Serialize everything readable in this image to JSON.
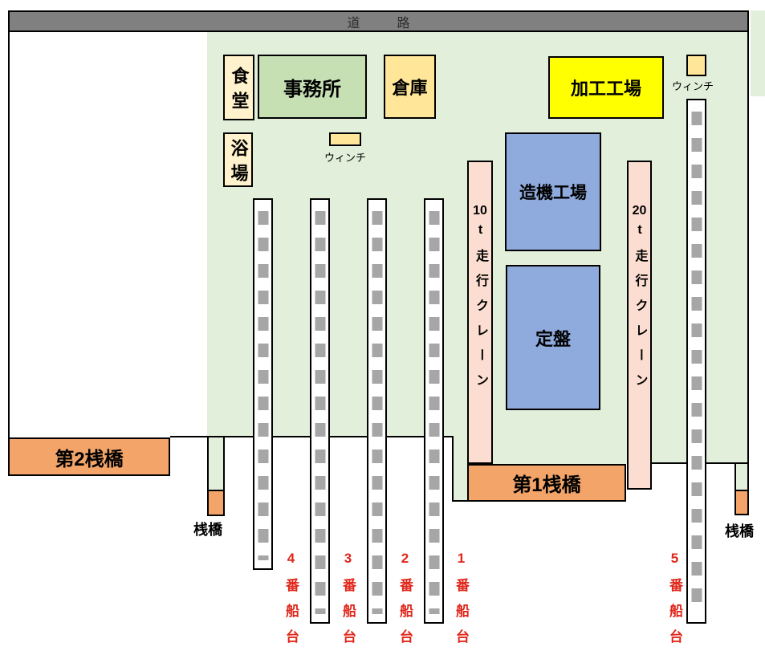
{
  "diagram_title": "shipyard-site-layout",
  "road": {
    "label": "道路"
  },
  "buildings": {
    "dining": "食堂",
    "office": "事務所",
    "warehouse": "倉庫",
    "processing": "加工工場",
    "bath": "浴場",
    "machinery": "造機工場",
    "surface_plate": "定盤"
  },
  "winch": {
    "label": "ウィンチ"
  },
  "cranes": {
    "crane10": {
      "tonnage": "10",
      "unit_and_type": "t走行クレーン"
    },
    "crane20": {
      "tonnage": "20",
      "unit_and_type": "t走行クレーン"
    }
  },
  "piers": {
    "pier1": "第1桟橋",
    "pier2": "第2桟橋",
    "small_pier": "桟橋"
  },
  "slipways": [
    {
      "label": "4番船台"
    },
    {
      "label": "3番船台"
    },
    {
      "label": "2番船台"
    },
    {
      "label": "1番船台"
    },
    {
      "label": "5番船台"
    }
  ],
  "colors": {
    "site_green": "#E2EFDA",
    "road_gray": "#808080",
    "office_green": "#C6E0B4",
    "cream": "#FFF2CC",
    "gold": "#FFE699",
    "yellow": "#FFFF00",
    "blue": "#8FAADC",
    "crane_pink": "#FBDED1",
    "pier_orange": "#F2A469",
    "rail_dash_gray": "#A6A6A6",
    "label_red": "#E0261A"
  }
}
